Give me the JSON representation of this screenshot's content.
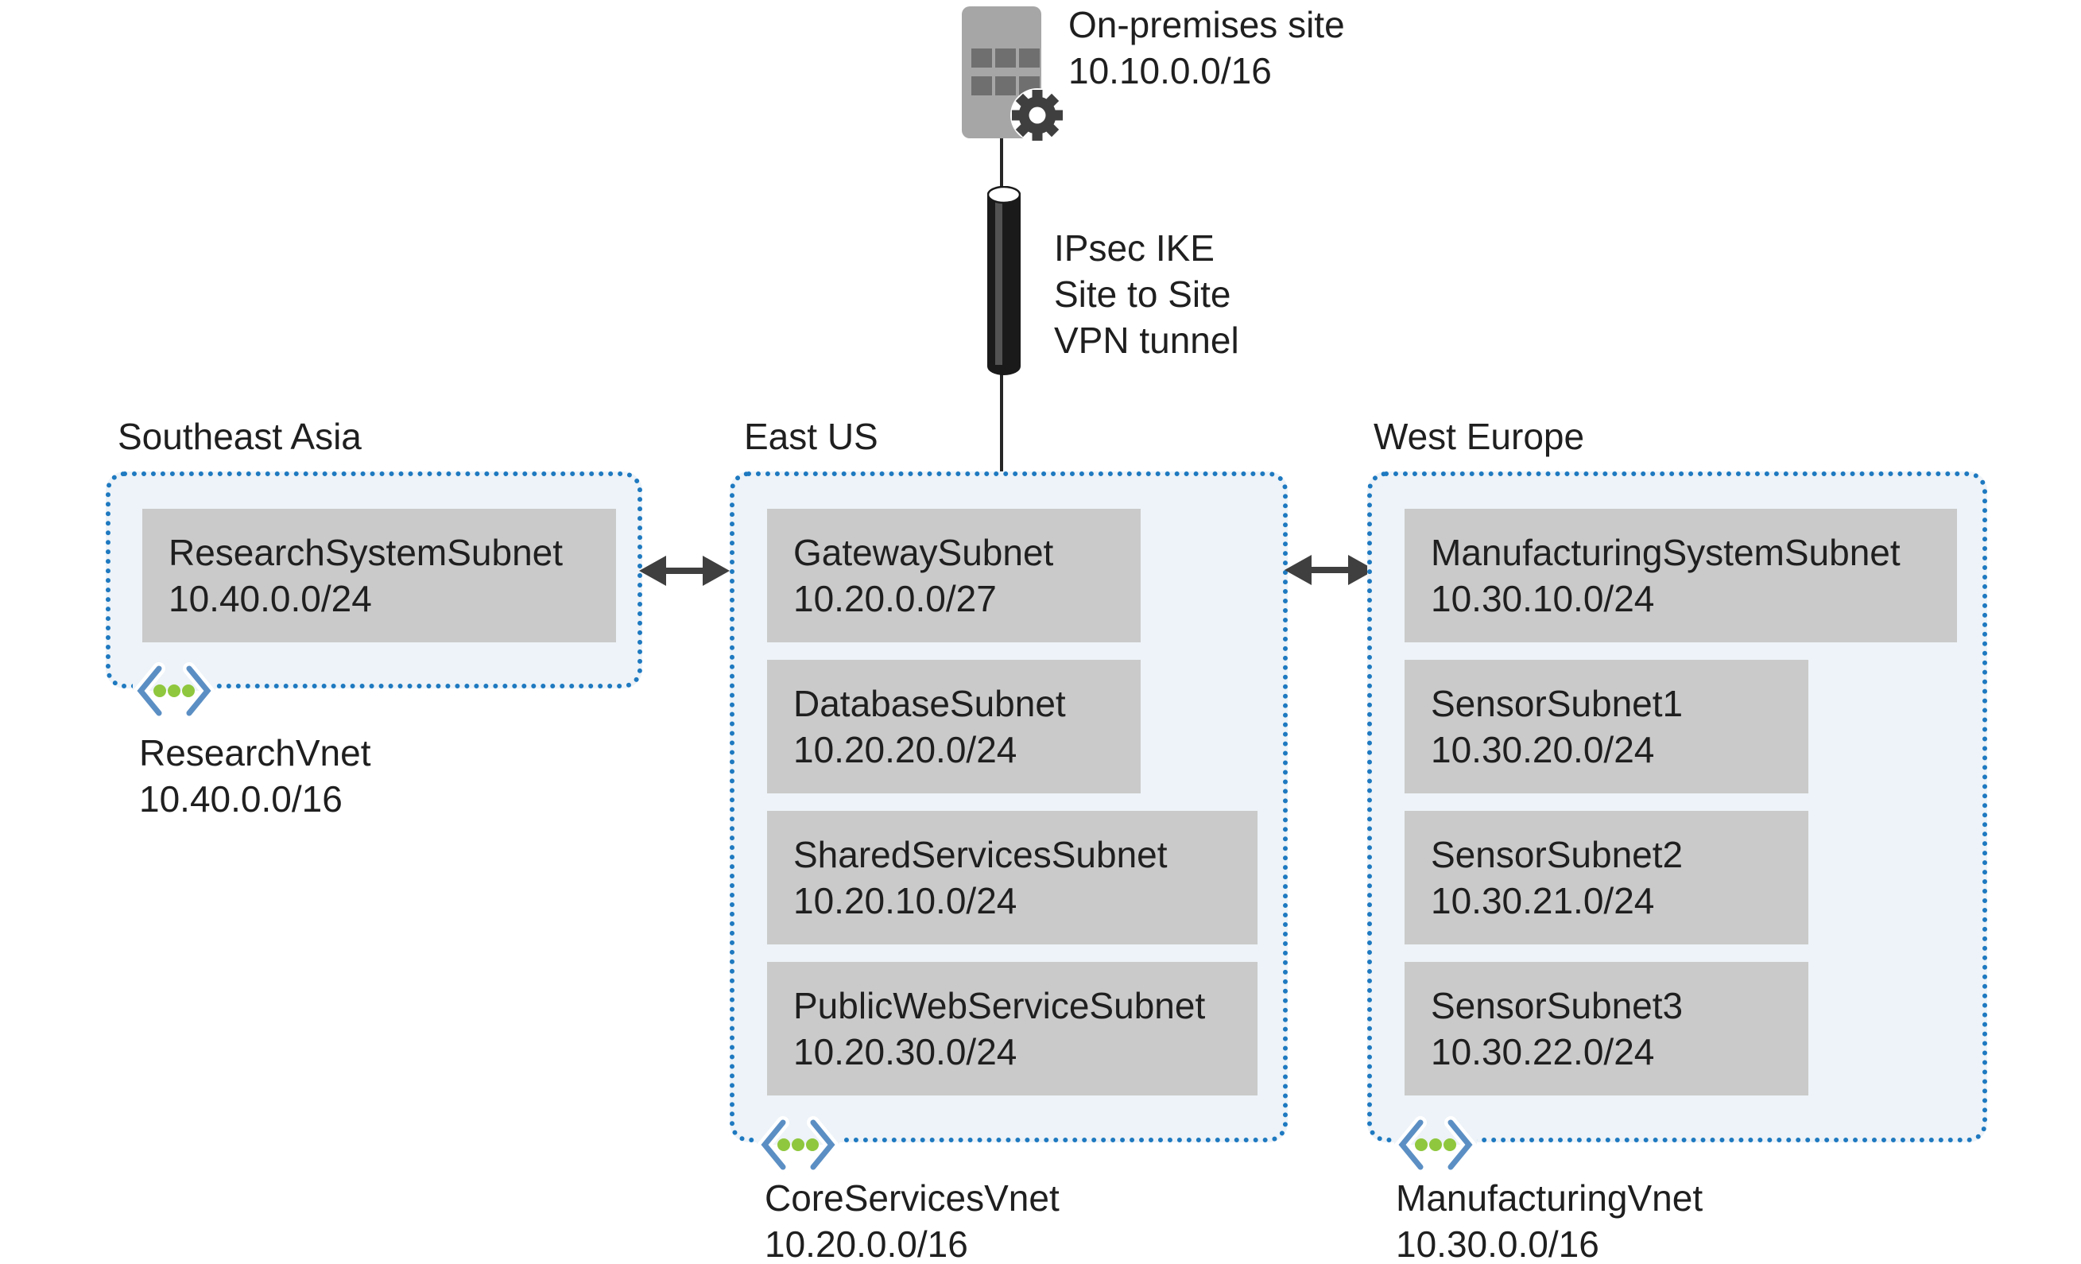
{
  "onprem": {
    "name": "On-premises site",
    "cidr": "10.10.0.0/16"
  },
  "vpn_tunnel": {
    "label_lines": [
      "IPsec IKE",
      "Site to Site",
      "VPN tunnel"
    ]
  },
  "regions": [
    {
      "name": "Southeast Asia",
      "vnet": {
        "name": "ResearchVnet",
        "cidr": "10.40.0.0/16"
      },
      "subnets": [
        {
          "name": "ResearchSystemSubnet",
          "cidr": "10.40.0.0/24"
        }
      ]
    },
    {
      "name": "East US",
      "vnet": {
        "name": "CoreServicesVnet",
        "cidr": "10.20.0.0/16"
      },
      "subnets": [
        {
          "name": "GatewaySubnet",
          "cidr": "10.20.0.0/27"
        },
        {
          "name": "DatabaseSubnet",
          "cidr": "10.20.20.0/24"
        },
        {
          "name": "SharedServicesSubnet",
          "cidr": "10.20.10.0/24"
        },
        {
          "name": "PublicWebServiceSubnet",
          "cidr": "10.20.30.0/24"
        }
      ]
    },
    {
      "name": "West Europe",
      "vnet": {
        "name": "ManufacturingVnet",
        "cidr": "10.30.0.0/16"
      },
      "subnets": [
        {
          "name": "ManufacturingSystemSubnet",
          "cidr": "10.30.10.0/24"
        },
        {
          "name": "SensorSubnet1",
          "cidr": "10.30.20.0/24"
        },
        {
          "name": "SensorSubnet2",
          "cidr": "10.30.21.0/24"
        },
        {
          "name": "SensorSubnet3",
          "cidr": "10.30.22.0/24"
        }
      ]
    }
  ],
  "icons": {
    "on_premises": "building-with-gear-icon",
    "vpn_tunnel": "black-pipe-cylinder-icon",
    "vnet_peering": "angle-brackets-with-green-dots-icon",
    "peering_link": "double-headed-arrow-icon"
  },
  "colors": {
    "region_fill": "#edf3f8",
    "region_border_blue": "#1e79c0",
    "subnet_gray": "#cacaca",
    "arrow_dark": "#3f3f3f",
    "building_gray": "#a6a6a6",
    "building_window_gray": "#6f6f6f",
    "vnet_bracket_blue": "#5b8fc4",
    "vnet_dot_green": "#8fc73e",
    "text": "#1f1f1f"
  }
}
